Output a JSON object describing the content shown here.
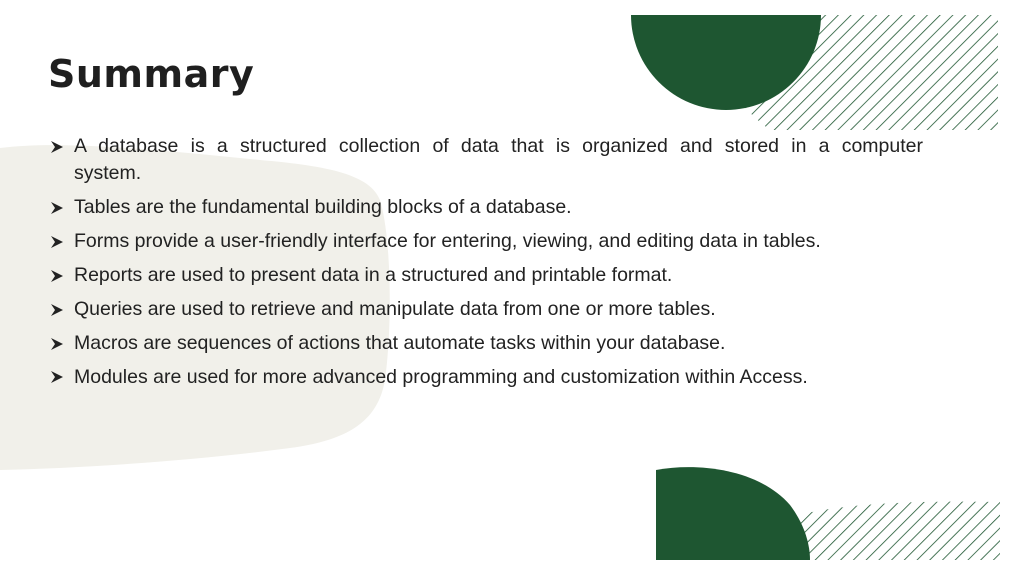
{
  "slide": {
    "title": "Summary",
    "bullets": [
      "A database is a structured collection of data that is organized and stored in a computer system.",
      "Tables are the fundamental building blocks of a database.",
      "Forms provide a user-friendly interface for entering, viewing, and editing data in tables.",
      "Reports are used to present data in a structured and printable format.",
      "Queries are used to retrieve and manipulate data from one or more tables.",
      "Macros are sequences of actions that automate tasks within your database.",
      "Modules are used for more advanced programming and customization within Access."
    ],
    "bullet_icon": "arrow-bullet-icon"
  },
  "colors": {
    "accent_green": "#1e5631",
    "brush_beige": "#f1f0ea",
    "text": "#222222"
  }
}
